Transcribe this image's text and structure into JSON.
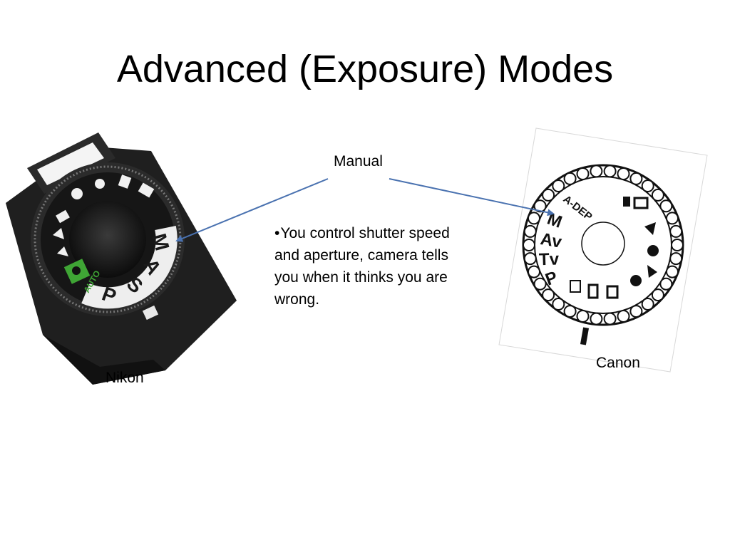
{
  "slide": {
    "title": "Advanced (Exposure) Modes",
    "callout_label": "Manual",
    "bullet_marker": "•",
    "bullet_text": "You control shutter speed and aperture, camera tells you when it thinks you are wrong.",
    "nikon_caption": "Nikon",
    "canon_caption": "Canon"
  },
  "nikon_dial": {
    "modes": [
      "M",
      "A",
      "S",
      "P"
    ],
    "auto_label": "AUTO"
  },
  "canon_dial": {
    "modes": [
      "A-DEP",
      "M",
      "Av",
      "Tv",
      "P"
    ]
  },
  "colors": {
    "arrow": "#4a72b0",
    "auto_badge": "#3fa535",
    "camera_body": "#1c1c1c"
  }
}
